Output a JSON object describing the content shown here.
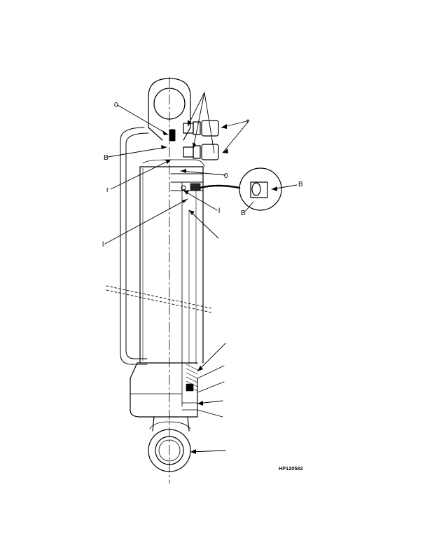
{
  "figure": {
    "code": "HP120582",
    "callouts": [
      "0",
      "B",
      "r",
      "l",
      "0",
      "B",
      "B",
      "l",
      "r"
    ]
  },
  "colors": {
    "ink": "#000000",
    "paper": "#ffffff"
  }
}
